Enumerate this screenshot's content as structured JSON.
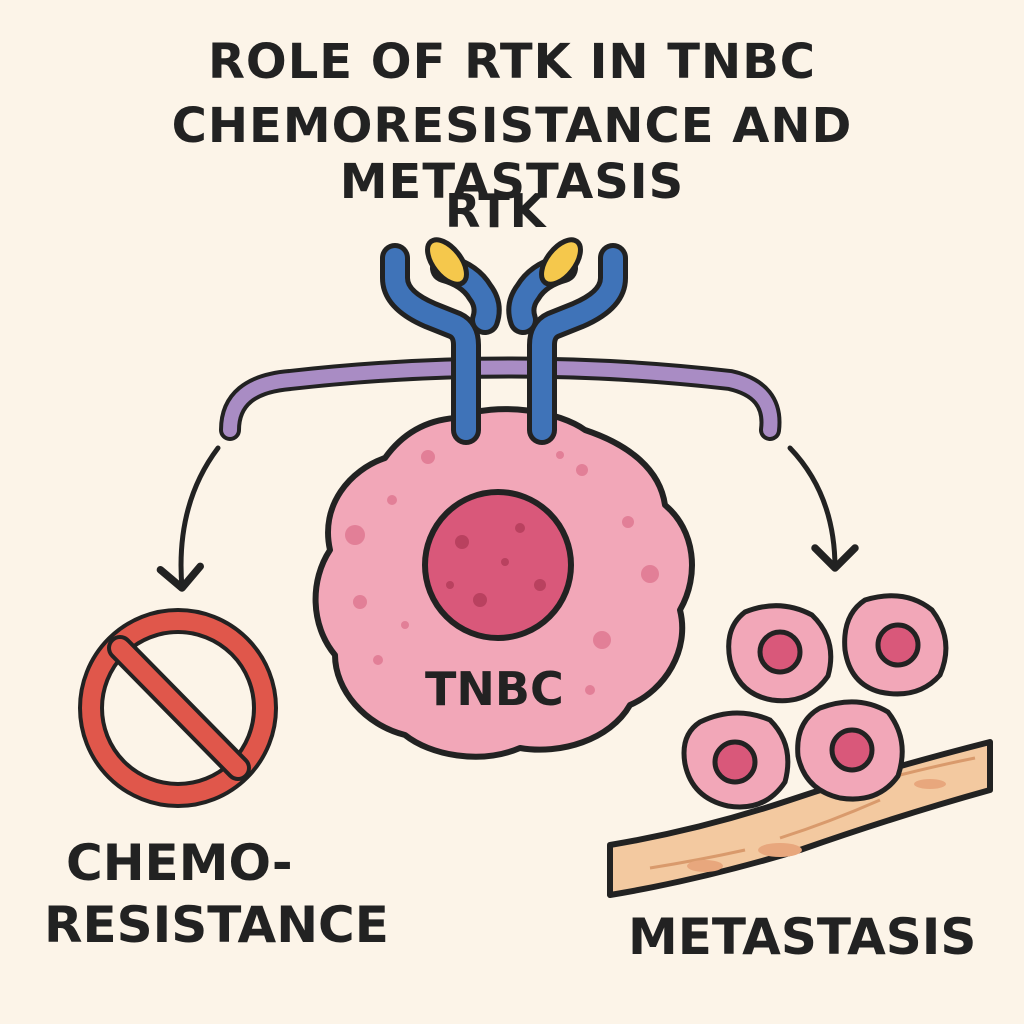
{
  "title": {
    "line1": "ROLE OF RTK IN TNBC",
    "line2": "CHEMORESISTANCE AND METASTASIS"
  },
  "labels": {
    "receptor": "RTK",
    "cell": "TNBC",
    "left_outcome_line1": "CHEMO-",
    "left_outcome_line2": "RESISTANCE",
    "right_outcome": "METASTASIS"
  },
  "colors": {
    "background": "#fcf4e8",
    "receptor": "#3f73b8",
    "ligand": "#f5c84c",
    "membrane": "#a98cc4",
    "cell_body": "#f2a7b8",
    "nucleus": "#d9587a",
    "prohibition_sign": "#e0574b",
    "vessel": "#f3c9a0",
    "outline": "#222222"
  },
  "icons": [
    "rtk-receptor-icon",
    "no-entry-icon",
    "blood-vessel-icon",
    "tumor-cell-cluster-icon"
  ]
}
